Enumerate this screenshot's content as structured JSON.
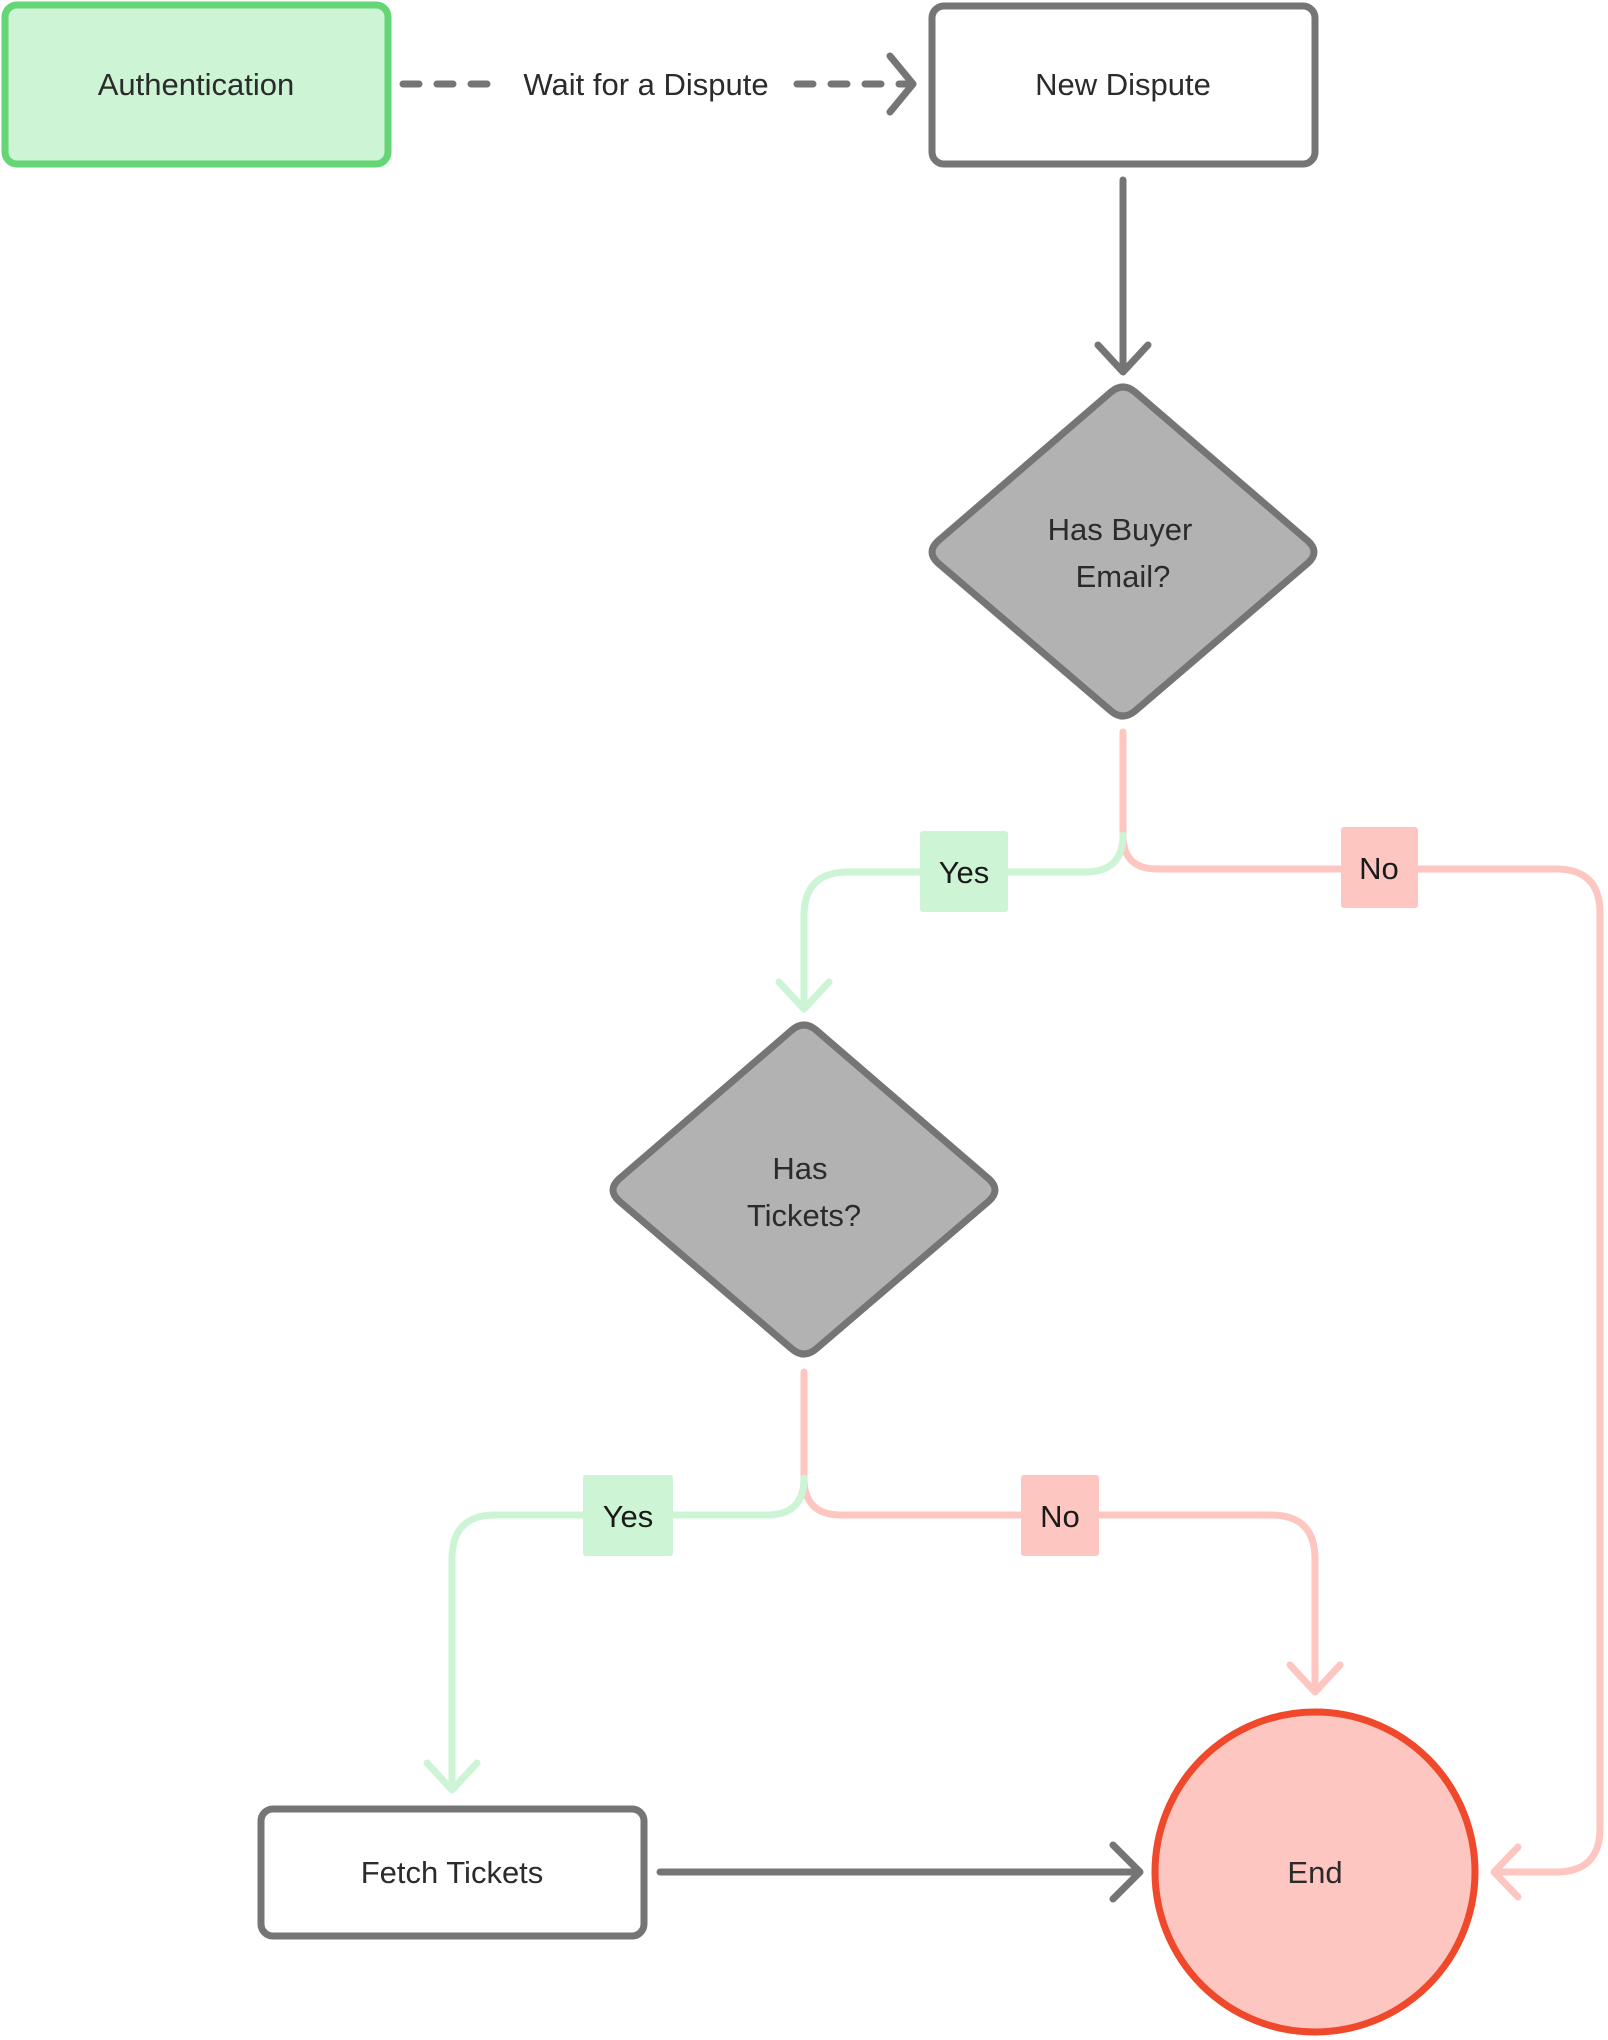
{
  "diagram": {
    "title": "",
    "colors": {
      "start_fill": "#ccf4d5",
      "start_stroke": "#66d575",
      "node_stroke": "#757575",
      "node_fill": "#ffffff",
      "decision_fill": "#b2b2b2",
      "end_fill": "#fdc6c1",
      "end_stroke": "#f0482b",
      "yes_color": "#ccf4d5",
      "no_color": "#fdc6c1",
      "text": "#2b2b2b"
    },
    "nodes": {
      "authentication": {
        "label": "Authentication",
        "type": "start"
      },
      "new_dispute": {
        "label": "New Dispute",
        "type": "process"
      },
      "has_buyer_email": {
        "label_lines": [
          "Has Buyer",
          "Email?"
        ],
        "type": "decision"
      },
      "has_tickets": {
        "label_lines": [
          "Has",
          "Tickets?"
        ],
        "type": "decision"
      },
      "fetch_tickets": {
        "label": "Fetch Tickets",
        "type": "process"
      },
      "end": {
        "label": "End",
        "type": "terminal"
      }
    },
    "edges": [
      {
        "from": "authentication",
        "to": "new_dispute",
        "label": "Wait for a Dispute",
        "style": "dashed"
      },
      {
        "from": "new_dispute",
        "to": "has_buyer_email",
        "label": "",
        "style": "solid"
      },
      {
        "from": "has_buyer_email",
        "to": "has_tickets",
        "label": "Yes",
        "style": "yes"
      },
      {
        "from": "has_buyer_email",
        "to": "end",
        "label": "No",
        "style": "no"
      },
      {
        "from": "has_tickets",
        "to": "fetch_tickets",
        "label": "Yes",
        "style": "yes"
      },
      {
        "from": "has_tickets",
        "to": "end",
        "label": "No",
        "style": "no"
      },
      {
        "from": "fetch_tickets",
        "to": "end",
        "label": "",
        "style": "solid"
      }
    ]
  }
}
